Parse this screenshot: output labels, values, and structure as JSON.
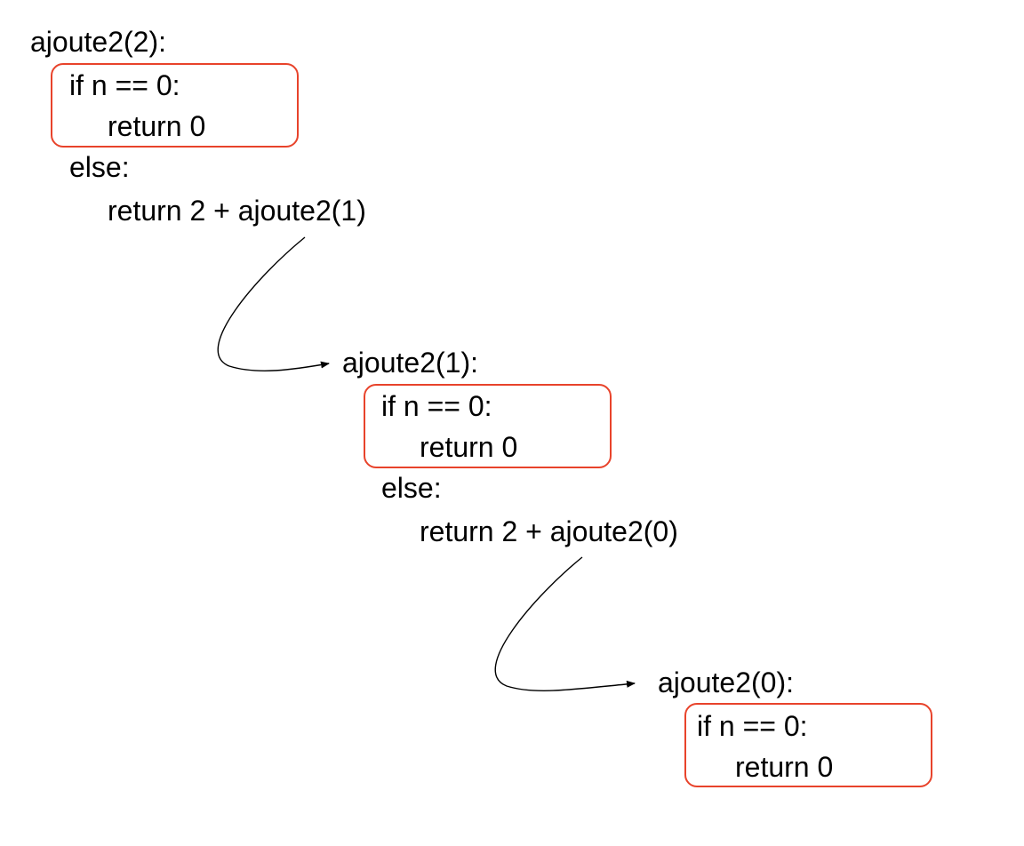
{
  "accent_color": "#e8432b",
  "calls": [
    {
      "header": "ajoute2(2):",
      "if_line": "if n == 0:",
      "base_return": "return 0",
      "else_line": "else:",
      "recursive_return": "return 2 + ajoute2(1)"
    },
    {
      "header": "ajoute2(1):",
      "if_line": "if n == 0:",
      "base_return": "return 0",
      "else_line": "else:",
      "recursive_return": "return 2 + ajoute2(0)"
    },
    {
      "header": "ajoute2(0):",
      "if_line": "if n == 0:",
      "base_return": "return 0"
    }
  ]
}
